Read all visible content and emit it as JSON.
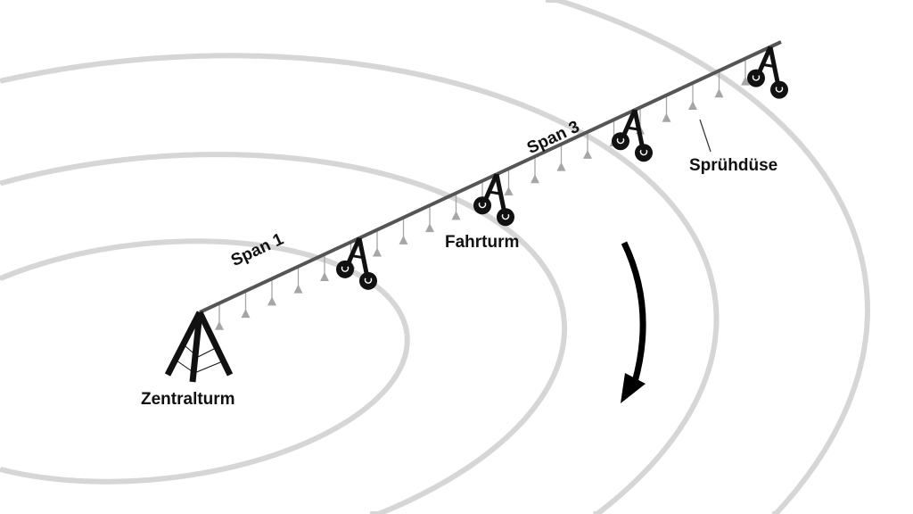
{
  "labels": {
    "central_tower": "Zentralturm",
    "span1": "Span 1",
    "span3": "Span 3",
    "drive_tower": "Fahrturm",
    "nozzle": "Sprühdüse"
  },
  "colors": {
    "rings": "#d6d6d6",
    "pipe": "#555555",
    "nozzle": "#a6a6a6",
    "tower": "#111111"
  }
}
